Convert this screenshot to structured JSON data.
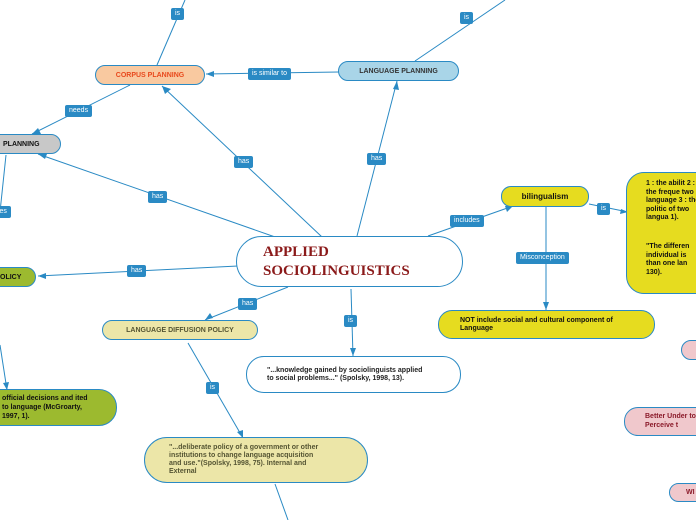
{
  "nodes": {
    "center": "APPLIED SOCIOLINGUISTICS",
    "corpus_planning": "CORPUS PLANNING",
    "language_planning": "LANGUAGE PLANNING",
    "planning_left": "PLANNING",
    "policy_left": "OLICY",
    "language_diffusion_policy": "LANGUAGE DIFFUSION POLICY",
    "knowledge_quote": "\"...knowledge gained by sociolinguists applied to social problems...\" (Spolsky, 1998, 13).",
    "diffusion_quote": "\"...deliberate policy of a government or other institutions to change language acquisition and use.\"(Spolsky, 1998, 75). Internal and External",
    "official_decisions": "official decisions and ited to language (McGroarty, 1997, 1).",
    "bilingualism": "bilingualism",
    "not_include": "NOT include social and cultural component of Language",
    "ability_text": "1 : the abilit 2 : the freque two language 3 : the politic of two langua 1).",
    "difference_text": "\"The differen individual is than one lan 130).",
    "better_under": "Better Under to Perceive t",
    "wi": "WI"
  },
  "links": {
    "is_top_left": "is",
    "is_top_right": "is",
    "is_similar_to": "is similar to",
    "needs": "needs",
    "has_corpus": "has",
    "has_language_planning": "has",
    "has_planning": "has",
    "has_policy": "has",
    "has_diffusion": "has",
    "is_knowledge": "is",
    "includes": "includes",
    "misconception": "Misconception",
    "is_bilingualism": "is",
    "is_diffusion": "is",
    "ces": "ces"
  },
  "colors": {
    "border": "#2a8ac4",
    "link_label_bg": "#2a8ac4",
    "center_text": "#8b1a1a",
    "corpus_fill": "#f9c9a0",
    "corpus_text": "#e8491d",
    "language_planning_fill": "#a9d5e8",
    "planning_fill": "#c8c8c8",
    "policy_fill": "#9cba2f",
    "diffusion_fill": "#ece6a8",
    "knowledge_fill": "#ffffff",
    "bilingualism_fill": "#e6dc1f",
    "pink_fill": "#f0c8cc",
    "pink_text": "#8b1a2a"
  }
}
